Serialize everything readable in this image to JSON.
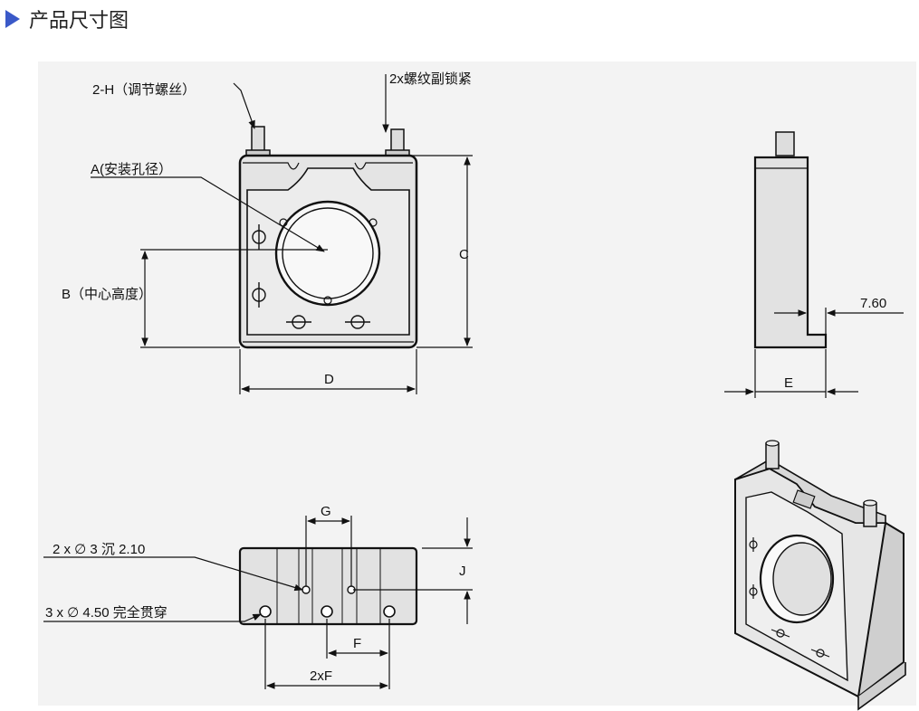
{
  "header": {
    "title": "产品尺寸图",
    "marker_color": "#3a59c8"
  },
  "front_view": {
    "adjust_screw": "2-H（调节螺丝）",
    "lock_screw": "2x螺纹副锁紧",
    "mount_hole": "A(安装孔径）",
    "center_height": "B（中心高度）",
    "height": "C",
    "width": "D"
  },
  "side_view": {
    "depth": "E",
    "step": "7.60"
  },
  "bottom_view": {
    "spacing_g": "G",
    "thickness_j": "J",
    "countersink": "2 x ∅ 3 沉 2.10",
    "through_holes": "3 x ∅ 4.50 完全贯穿",
    "pitch_f": "F",
    "pitch_2f": "2xF"
  }
}
